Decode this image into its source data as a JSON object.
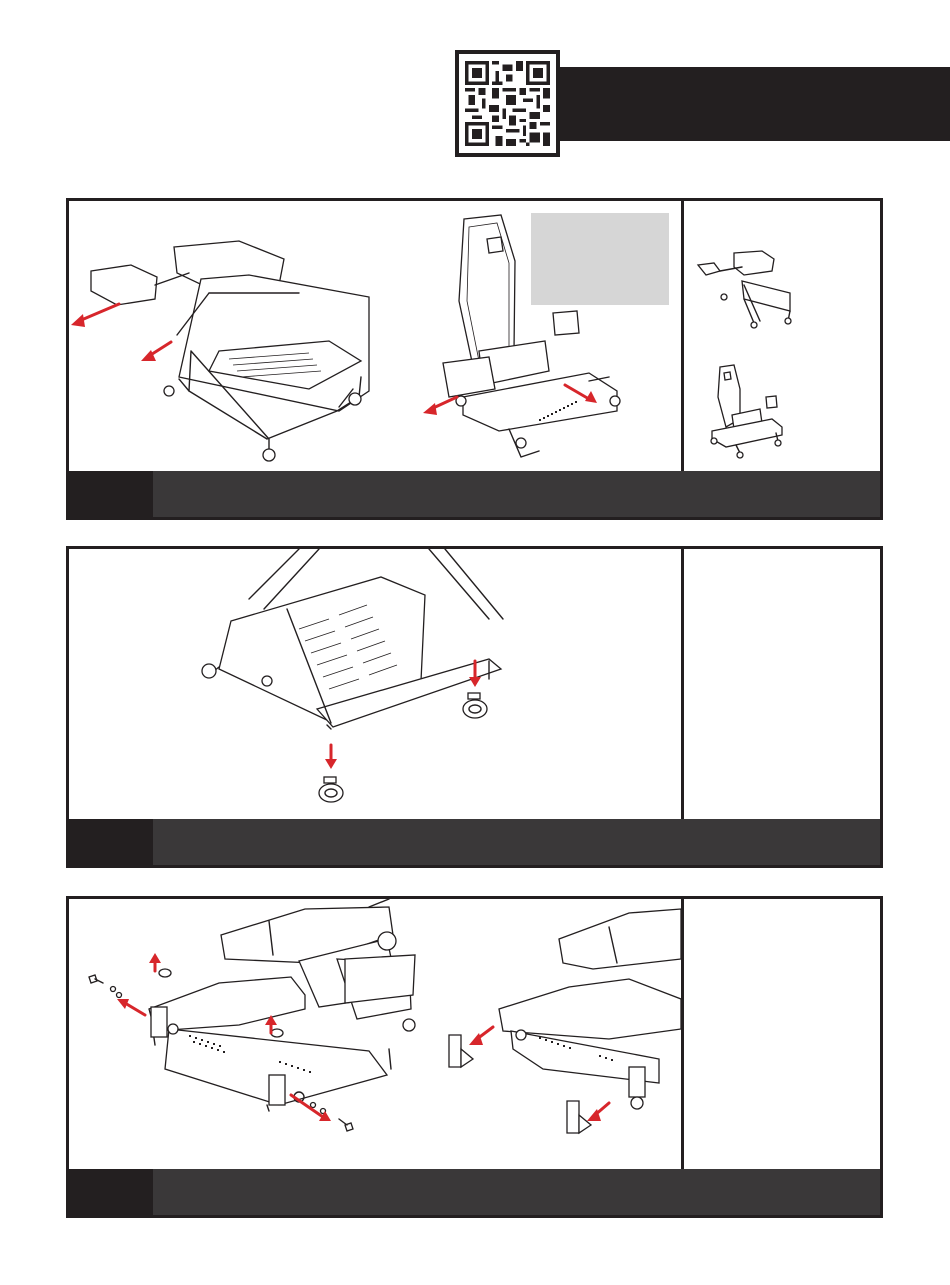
{
  "header": {
    "qr_code": "qr-code",
    "title_bar_color": "#231f20"
  },
  "colors": {
    "ink": "#231f20",
    "footer": "#3a3839",
    "arrow": "#d7262b",
    "note_box": "#d6d6d6"
  },
  "steps": [
    {
      "id": "step-1",
      "icons": [
        "pedal-frame-illustration",
        "seat-frame-illustration"
      ]
    },
    {
      "id": "step-2",
      "icons": [
        "caster-wheel-illustration"
      ]
    },
    {
      "id": "step-3",
      "icons": [
        "seat-base-illustration",
        "corner-bracket-illustration"
      ]
    }
  ]
}
